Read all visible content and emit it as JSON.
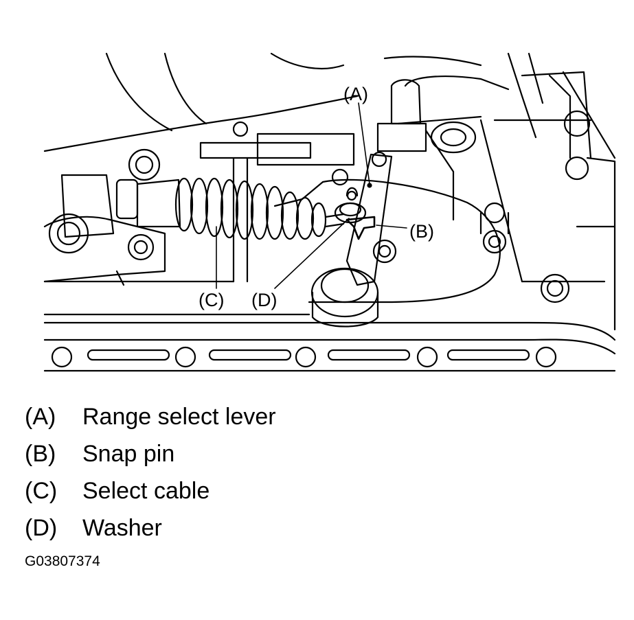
{
  "diagram": {
    "callouts": {
      "a": "(A)",
      "b": "(B)",
      "c": "(C)",
      "d": "(D)"
    }
  },
  "legend": [
    {
      "key": "(A)",
      "text": "Range select lever"
    },
    {
      "key": "(B)",
      "text": "Snap pin"
    },
    {
      "key": "(C)",
      "text": "Select cable"
    },
    {
      "key": "(D)",
      "text": "Washer"
    }
  ],
  "figure_id": "G03807374"
}
